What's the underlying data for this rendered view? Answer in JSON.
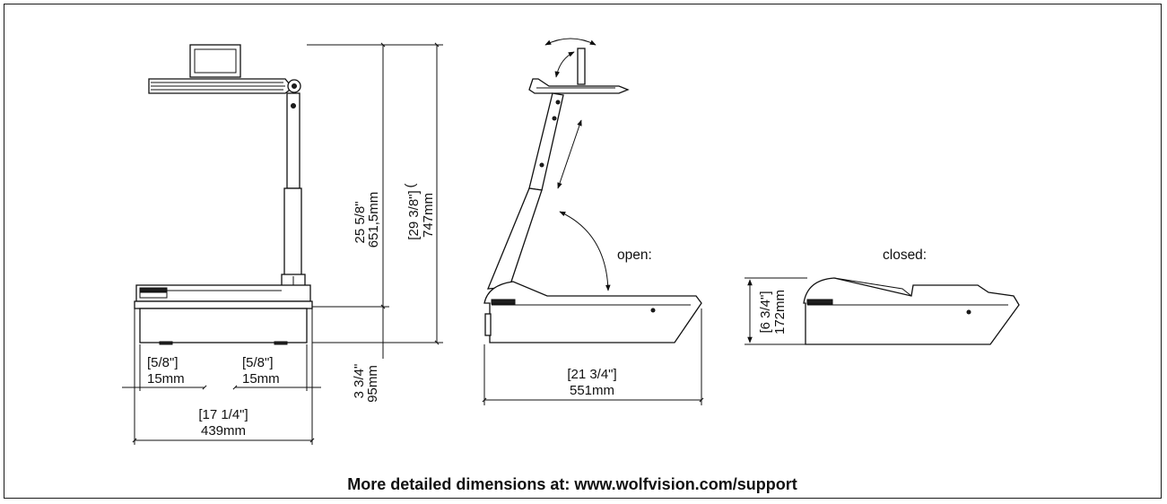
{
  "footer": {
    "text": "More detailed dimensions at: www.wolfvision.com/support"
  },
  "front_view": {
    "height_primary": {
      "imperial": "25 5/8\"",
      "metric": "651,5mm"
    },
    "height_max": {
      "imperial": "[29 3/8\"]",
      "metric": "747mm"
    },
    "base_height": {
      "imperial": "3 3/4\"",
      "metric": "95mm"
    },
    "foot_left": {
      "imperial": "[5/8\"]",
      "metric": "15mm"
    },
    "foot_right": {
      "imperial": "[5/8\"]",
      "metric": "15mm"
    },
    "width": {
      "imperial": "[17 1/4\"]",
      "metric": "439mm"
    }
  },
  "side_view_open": {
    "label": "open:",
    "depth": {
      "imperial": "[21 3/4\"]",
      "metric": "551mm"
    }
  },
  "side_view_closed": {
    "label": "closed:",
    "height": {
      "imperial": "[6 3/4\"]",
      "metric": "172mm"
    }
  },
  "colors": {
    "line": "#111111",
    "background": "#ffffff",
    "border": "#1a1a1a"
  }
}
